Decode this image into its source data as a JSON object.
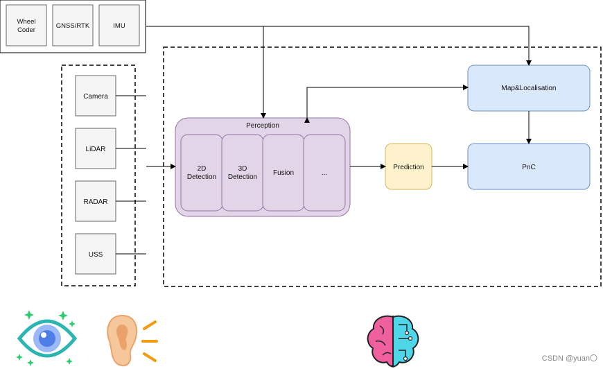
{
  "top_sensors": [
    "Wheel Coder",
    "GNSS/RTK",
    "IMU"
  ],
  "left_sensors": [
    "Camera",
    "LiDAR",
    "RADAR",
    "USS"
  ],
  "perception": {
    "title": "Perception",
    "modules": [
      "2D Detection",
      "3D Detection",
      "Fusion",
      "..."
    ]
  },
  "prediction": "Prediction",
  "map_localisation": "Map&Localisation",
  "pnc": "PnC",
  "icons": [
    "eye-icon",
    "ear-icon",
    "brain-icon"
  ],
  "watermark": "CSDN @yuan〇",
  "colors": {
    "sensor_fill": "#f5f5f5",
    "perception_fill": "#e1d5e7",
    "perception_stroke": "#9673a6",
    "prediction_fill": "#fff2cc",
    "prediction_stroke": "#d6b656",
    "blue_fill": "#dae8fc",
    "blue_stroke": "#6c8ebf"
  }
}
